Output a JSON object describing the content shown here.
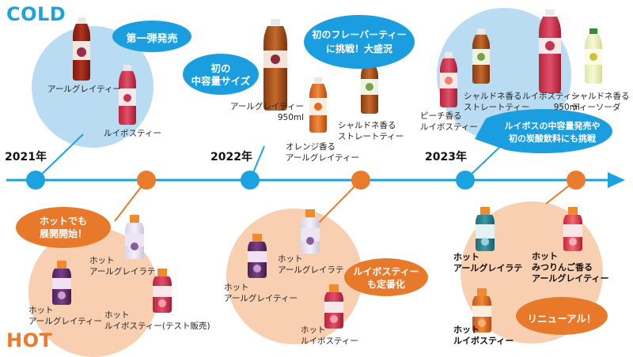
{
  "colors": {
    "cold": "#1aa3e0",
    "cold_circle": "#b9dcf3",
    "hot": "#ea7a2c",
    "hot_circle": "#f8cfb1",
    "cold_callout": "#1a9ee0",
    "hot_callout": "#e8782a"
  },
  "sections": {
    "cold": "COLD",
    "hot": "HOT"
  },
  "years": [
    "2021年",
    "2022年",
    "2023年"
  ],
  "callouts": {
    "c2021": "第一弾発売",
    "c2022_mid": "初の\n中容量サイズ",
    "c2022_flavor": "初のフレーバーティー\nに挑戦！大盛況",
    "c2023": "ルイボスの中容量発売や\n初の炭酸飲料にも挑戦",
    "h2021": "ホットでも\n展開開始！",
    "h2022": "ルイボスティー\nも定番化",
    "h2023": "リニューアル！"
  },
  "labels": {
    "cold_2021_earlgrey": "アールグレイティー",
    "cold_2021_rooibos": "ルイボスティー",
    "cold_2022_earlgrey": "アールグレイティー\n950ml",
    "cold_2022_orange": "オレンジ香る\nアールグレイティー",
    "cold_2022_chardonnay": "シャルドネ香る\nストレートティー",
    "cold_2023_peach": "ピーチ香る\nルイボスティー",
    "cold_2023_chardonnay": "シャルドネ香る\nストレートティー",
    "cold_2023_rooibos950": "ルイボスティー\n950ml",
    "cold_2023_soda": "シャルドネ香る\nティーソーダ",
    "hot_2021_latte": "ホット\nアールグレイラテ",
    "hot_2021_earlgrey": "ホット\nアールグレイティー",
    "hot_2021_rooibos": "ホット\nルイボスティー(テスト販売)",
    "hot_2022_latte": "ホット\nアールグレイラテ",
    "hot_2022_earlgrey": "ホット\nアールグレイティー",
    "hot_2022_rooibos": "ホット\nルイボスティー",
    "hot_2023_latte": "ホット\nアールグレイラテ",
    "hot_2023_apple": "ホット\nみつりんご香る\nアールグレイティー",
    "hot_2023_rooibos": "ホット\nルイボスティー"
  }
}
